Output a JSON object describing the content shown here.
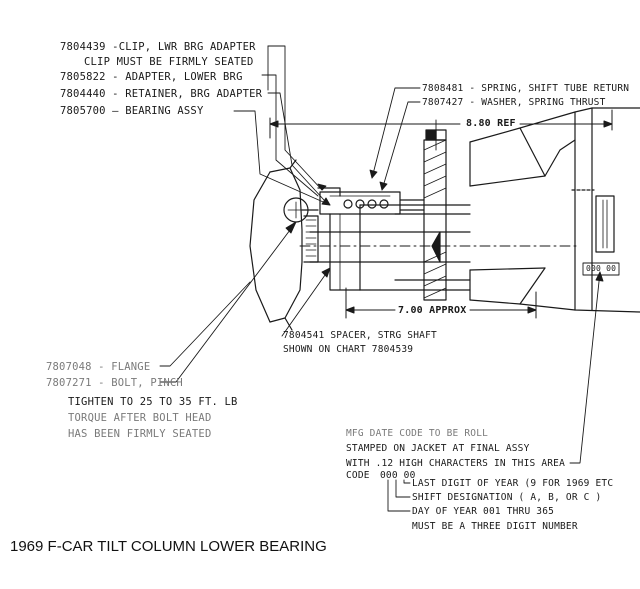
{
  "title": "1969 F-CAR TILT COLUMN LOWER BEARING",
  "callouts_left": [
    "7804439 -CLIP, LWR BRG ADAPTER",
    "CLIP MUST BE FIRMLY SEATED",
    "7805822 - ADAPTER, LOWER BRG",
    "7804440 - RETAINER, BRG ADAPTER",
    "7805700 — BEARING ASSY"
  ],
  "callouts_top_right": [
    "7808481 - SPRING, SHIFT TUBE RETURN",
    "7807427 - WASHER, SPRING THRUST"
  ],
  "dimensions": {
    "ref": "8.80 REF",
    "approx": "7.00 APPROX"
  },
  "spacer_note": [
    "7804541 SPACER, STRG SHAFT",
    "SHOWN ON CHART 7804539"
  ],
  "flange_notes": {
    "flange": "7807048 - FLANGE",
    "bolt": "7807271 - BOLT, PINCH",
    "torque": [
      "TIGHTEN TO 25 TO 35 FT. LB",
      "TORQUE AFTER BOLT HEAD",
      "HAS BEEN FIRMLY SEATED"
    ]
  },
  "date_code_notes": {
    "line1": "MFG DATE CODE TO BE ROLL",
    "line2": "STAMPED ON JACKET AT FINAL ASSY",
    "line3": "WITH .12 HIGH CHARACTERS IN THIS AREA",
    "code_label": "CODE",
    "code_value": "000 00",
    "year": "LAST DIGIT OF YEAR (9 FOR 1969 ETC",
    "shift": "SHIFT DESIGNATION ( A, B, OR C )",
    "day": "DAY OF YEAR 001 THRU 365",
    "day2": "MUST BE A THREE DIGIT NUMBER"
  },
  "jacket_code": "000 00"
}
